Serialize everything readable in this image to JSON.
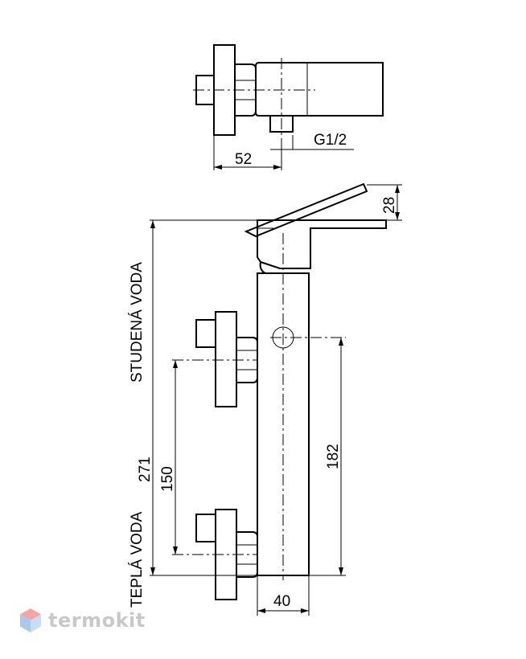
{
  "dimensions": {
    "top_depth": "52",
    "thread": "G1/2",
    "lever_height": "28",
    "total_height": "271",
    "inlet_spacing": "150",
    "outlet_height": "182",
    "body_width": "40"
  },
  "labels": {
    "cold_water": "STUDENÁ VODA",
    "hot_water": "TEPLÁ VODA"
  },
  "watermark": {
    "text": "termokit",
    "icon": "hexagon-logo-icon",
    "colors": {
      "text": "#c8c8c8",
      "logo_top": "#f4a6a6",
      "logo_bottom": "#a9c8ee"
    }
  }
}
